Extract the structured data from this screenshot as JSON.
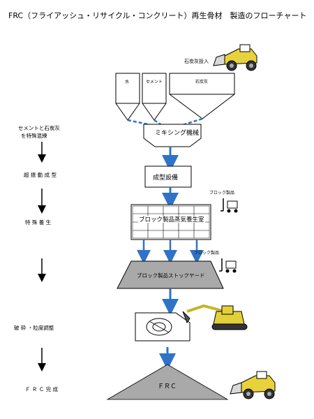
{
  "title": "FRC（フライアッシュ・リサイクル・コンクリート）再生骨材　製造のフローチャート",
  "inputs": {
    "coal_ash_input": "石炭灰投入",
    "water": "水",
    "cement": "セメント",
    "coal_ash": "石炭灰"
  },
  "steps": {
    "mixing_machine": "ミキシング機械",
    "forming_equipment": "成型設備",
    "curing_room": "ブロック製品蒸気養生室",
    "stockyard": "ブロック製品ストックヤード",
    "frc_pile": "ＦＲＣ"
  },
  "side_labels": {
    "block_product_1": "ブロック製品",
    "block_product_2": "ブロック製品"
  },
  "process_labels": {
    "mixing": "セメントと石炭灰\nを特殊混練",
    "vibration_forming": "超 振 動 成 型",
    "special_curing": "特 殊 養 生",
    "crushing": "破 砕 ・粒度調整",
    "frc_complete": "Ｆ Ｒ Ｃ 完 成"
  },
  "colors": {
    "flow_arrow": "#2f73c8",
    "pile_fill": "#a9a9a9",
    "loader_yellow": "#e8d23c",
    "excavator_yellow": "#e3cf3a"
  }
}
